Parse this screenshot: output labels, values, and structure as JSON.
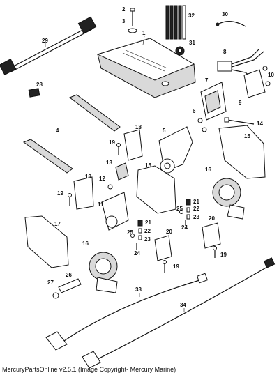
{
  "caption": "MercuryPartsOnline v2.5.1 (Image Copyright- Mercury Marine)",
  "callouts": {
    "c1": "1",
    "c2": "2",
    "c3": "3",
    "c4": "4",
    "c5": "5",
    "c6": "6",
    "c7": "7",
    "c8": "8",
    "c9": "9",
    "c10": "10",
    "c11": "11",
    "c12": "12",
    "c13": "13",
    "c14": "14",
    "c15a": "15",
    "c15b": "15",
    "c16a": "16",
    "c16b": "16",
    "c17": "17",
    "c18a": "18",
    "c18b": "18",
    "c19a": "19",
    "c19b": "19",
    "c19c": "19",
    "c19d": "19",
    "c20a": "20",
    "c20b": "20",
    "c21a": "21",
    "c21b": "21",
    "c22a": "22",
    "c22b": "22",
    "c23a": "23",
    "c23b": "23",
    "c24a": "24",
    "c24b": "24",
    "c25a": "25",
    "c25b": "25",
    "c26": "26",
    "c27": "27",
    "c28": "28",
    "c29": "29",
    "c30": "30",
    "c31": "31",
    "c32": "32",
    "c33": "33",
    "c34": "34"
  }
}
